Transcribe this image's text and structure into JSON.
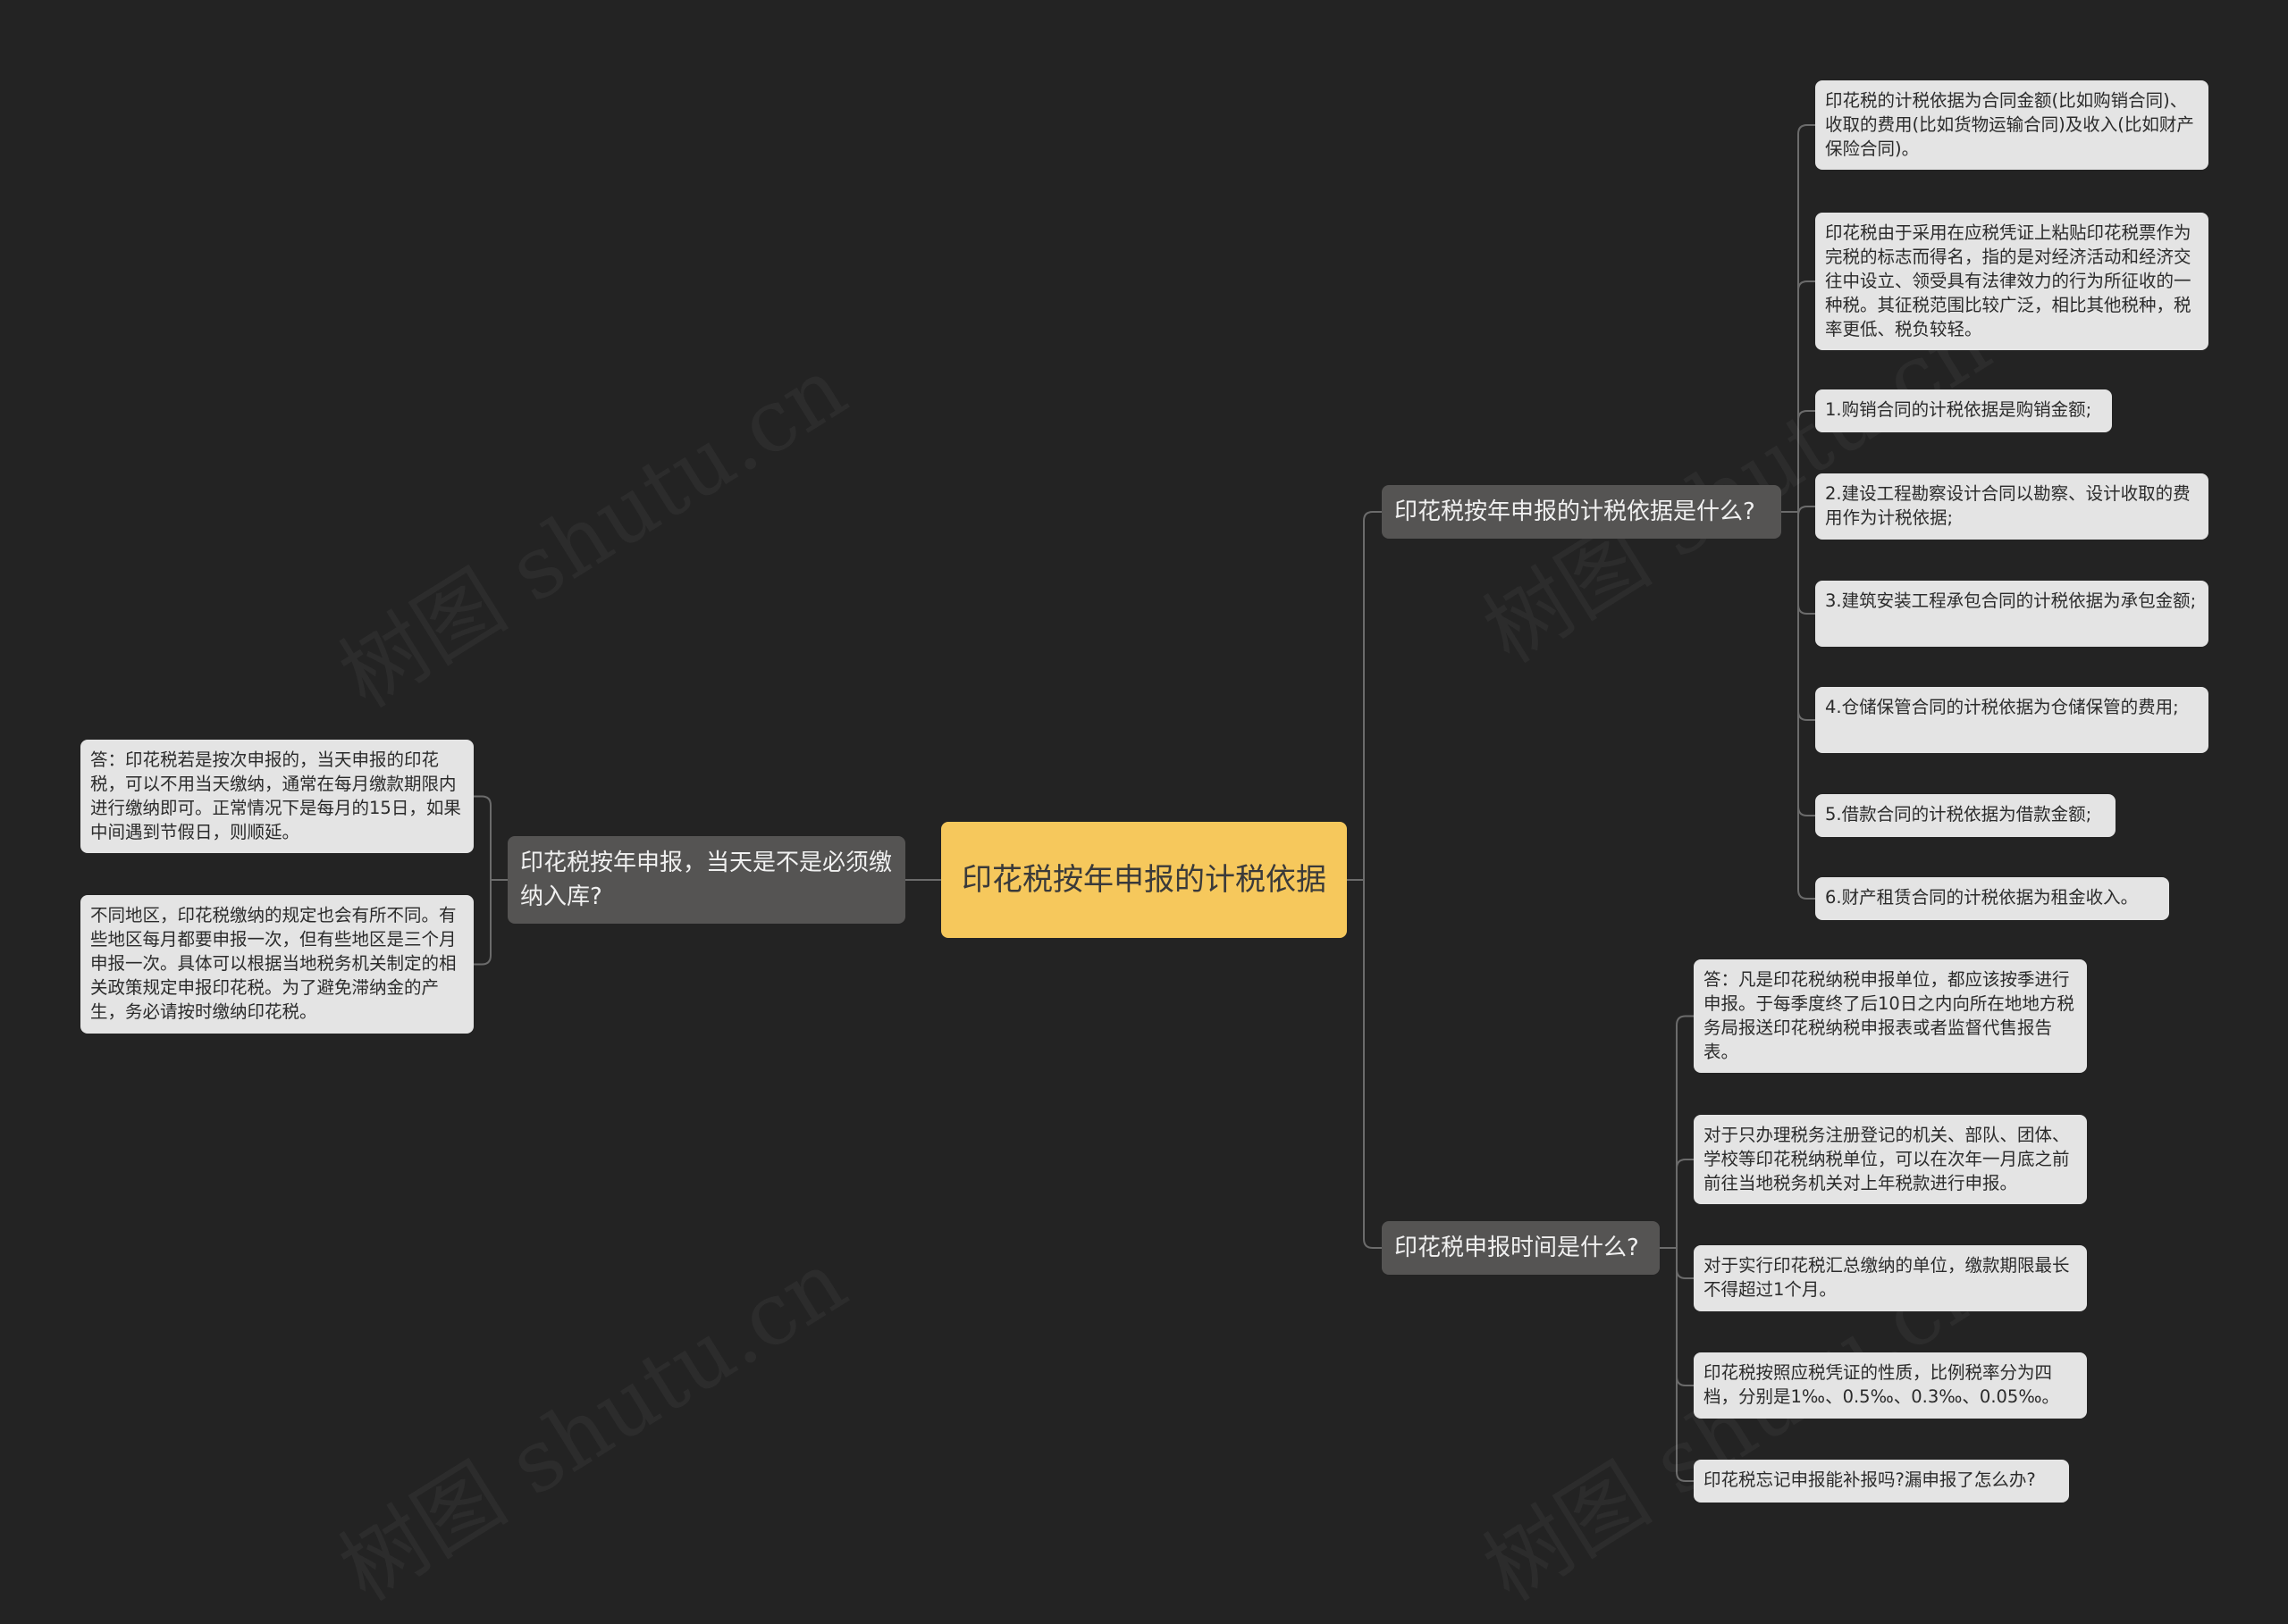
{
  "colors": {
    "background": "#232323",
    "root": "#f6c85c",
    "branch": "#555453",
    "leaf": "#e4e4e4",
    "connector": "#6b6b6b"
  },
  "watermark": "树图 shutu.cn",
  "root": {
    "text": "印花税按年申报的计税依据"
  },
  "right_top": {
    "text": "印花税按年申报的计税依据是什么?",
    "children": [
      "印花税的计税依据为合同金额(比如购销合同)、收取的费用(比如货物运输合同)及收入(比如财产保险合同)。",
      "印花税由于采用在应税凭证上粘贴印花税票作为完税的标志而得名，指的是对经济活动和经济交往中设立、领受具有法律效力的行为所征收的一种税。其征税范围比较广泛，相比其他税种，税率更低、税负较轻。",
      "1.购销合同的计税依据是购销金额;",
      "2.建设工程勘察设计合同以勘察、设计收取的费用作为计税依据;",
      "3.建筑安装工程承包合同的计税依据为承包金额;",
      "4.仓储保管合同的计税依据为仓储保管的费用;",
      "5.借款合同的计税依据为借款金额;",
      "6.财产租赁合同的计税依据为租金收入。"
    ]
  },
  "right_bottom": {
    "text": "印花税申报时间是什么?",
    "children": [
      "答：凡是印花税纳税申报单位，都应该按季进行申报。于每季度终了后10日之内向所在地地方税务局报送印花税纳税申报表或者监督代售报告表。",
      "对于只办理税务注册登记的机关、部队、团体、学校等印花税纳税单位，可以在次年一月底之前前往当地税务机关对上年税款进行申报。",
      "对于实行印花税汇总缴纳的单位，缴款期限最长不得超过1个月。",
      "印花税按照应税凭证的性质，比例税率分为四档，分别是1‰、0.5‰、0.3‰、0.05‰。",
      "印花税忘记申报能补报吗?漏申报了怎么办?"
    ]
  },
  "left": {
    "text": "印花税按年申报，当天是不是必须缴纳入库?",
    "children": [
      "答：印花税若是按次申报的，当天申报的印花税，可以不用当天缴纳，通常在每月缴款期限内进行缴纳即可。正常情况下是每月的15日，如果中间遇到节假日，则顺延。",
      "不同地区，印花税缴纳的规定也会有所不同。有些地区每月都要申报一次，但有些地区是三个月申报一次。具体可以根据当地税务机关制定的相关政策规定申报印花税。为了避免滞纳金的产生，务必请按时缴纳印花税。"
    ]
  }
}
